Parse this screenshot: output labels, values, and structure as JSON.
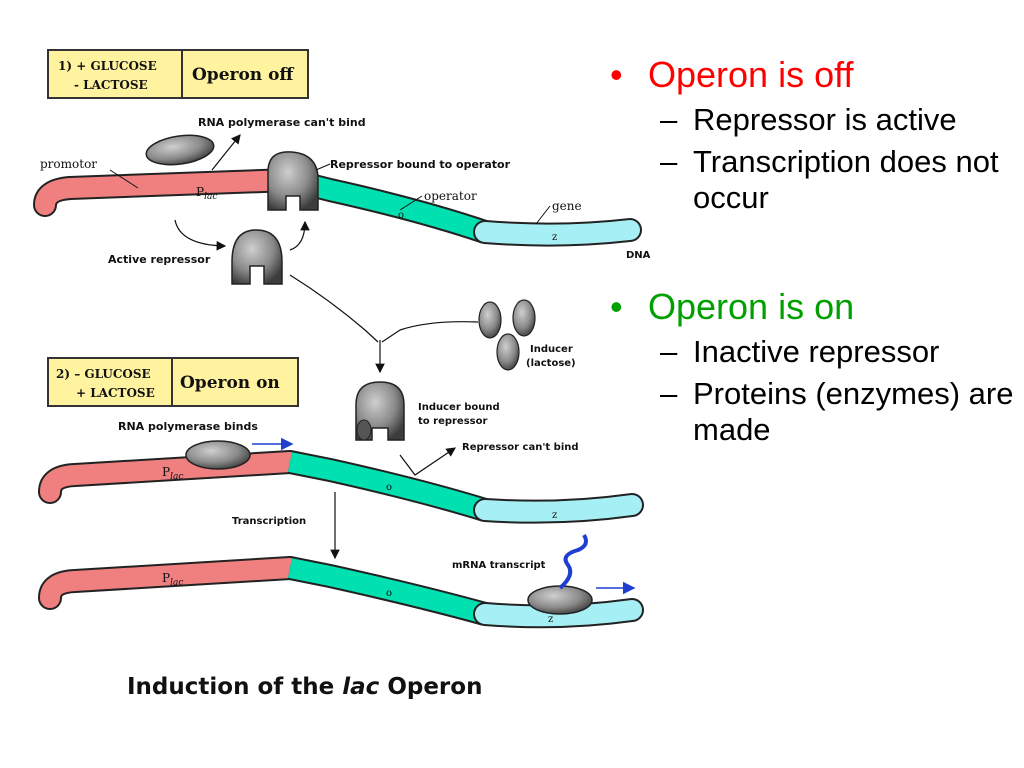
{
  "diagram": {
    "panel1": {
      "condition_line1": "1) + GLUCOSE",
      "condition_line2": "- LACTOSE",
      "state": "Operon off"
    },
    "panel2": {
      "condition_line1": "2)  – GLUCOSE",
      "condition_line2": "+ LACTOSE",
      "state": "Operon on"
    },
    "labels": {
      "rnap_cant_bind": "RNA polymerase can't bind",
      "promotor": "promotor",
      "repressor_bound": "Repressor bound to operator",
      "operator": "operator",
      "gene": "gene",
      "dna": "DNA",
      "active_repressor": "Active repressor",
      "inducer": "Inducer",
      "inducer_paren": "(lactose)",
      "inducer_bound_1": "Inducer bound",
      "inducer_bound_2": "to repressor",
      "repressor_cant_bind": "Repressor can't bind",
      "rnap_binds": "RNA polymerase binds",
      "transcription": "Transcription",
      "mrna": "mRNA transcript",
      "plac_p": "P",
      "plac_sub": "lac",
      "o": "o",
      "z": "z"
    },
    "caption_pre": "Induction of the ",
    "caption_italic": "lac",
    "caption_post": " Operon",
    "colors": {
      "promoter": "#f08080",
      "operator": "#00e0b0",
      "gene": "#a6f0f5",
      "box": "#fff3a0"
    }
  },
  "bullets": [
    {
      "text": "Operon is off",
      "color": "#ff0000",
      "subs": [
        "Repressor is active",
        "Transcription does not occur"
      ]
    },
    {
      "text": "Operon is on",
      "color": "#00a000",
      "subs": [
        "Inactive repressor",
        "Proteins (enzymes) are made"
      ]
    }
  ]
}
